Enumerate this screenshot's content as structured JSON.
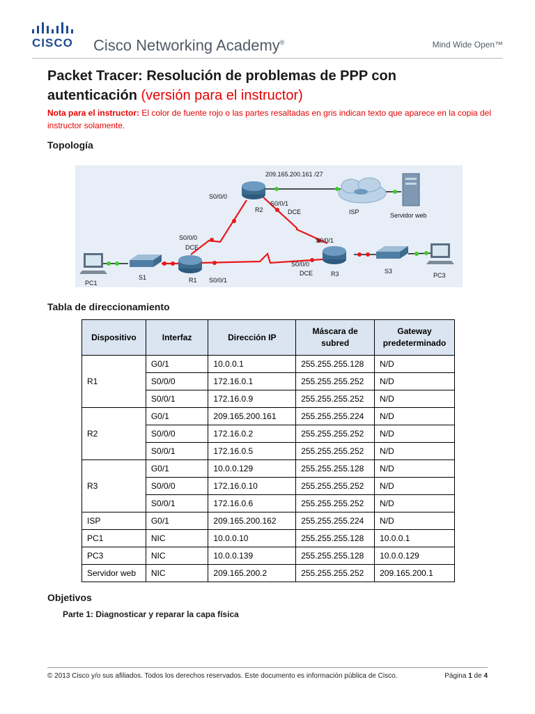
{
  "header": {
    "logo_text": "CISCO",
    "academy": "Cisco Networking Academy",
    "academy_reg": "®",
    "tagline": "Mind Wide Open™"
  },
  "title": {
    "line1": "Packet Tracer: Resolución de problemas de PPP con",
    "line2": "autenticación",
    "instructor": "(versión para el instructor)"
  },
  "note": {
    "label": "Nota para el instructor:",
    "text": " El color de fuente rojo o las partes resaltadas en gris indican texto que aparece en la copia del instructor solamente."
  },
  "sections": {
    "topology": "Topología",
    "addressing": "Tabla de direccionamiento",
    "objectives": "Objetivos"
  },
  "topology": {
    "isp_net": "209.165.200.161 /27",
    "r2": "R2",
    "isp": "ISP",
    "web": "Servidor web",
    "r1": "R1",
    "r3": "R3",
    "s1": "S1",
    "s3": "S3",
    "pc1": "PC1",
    "pc3": "PC3",
    "r2_s000": "S0/0/0",
    "r2_s001": "S0/0/1",
    "r2_dce": "DCE",
    "r1_s000": "S0/0/0",
    "r1_dce": "DCE",
    "r1_s001": "S0/0/1",
    "r3_s001": "S0/0/1",
    "r3_s000": "S0/0/0",
    "r3_dce": "DCE",
    "colors": {
      "serial": "#e81818",
      "ethernet": "#1a1a1a",
      "link_up": "#3ccc2a",
      "link_down": "#e81818",
      "router": "#3d6a8f"
    }
  },
  "table": {
    "headers": [
      "Dispositivo",
      "Interfaz",
      "Dirección IP",
      "Máscara de subred",
      "Gateway predeterminado"
    ],
    "groups": [
      {
        "device": "R1",
        "rows": [
          {
            "iface": "G0/1",
            "ip": "10.0.0.1",
            "mask": "255.255.255.128",
            "gw": "N/D"
          },
          {
            "iface": "S0/0/0",
            "ip": "172.16.0.1",
            "mask": "255.255.255.252",
            "gw": "N/D"
          },
          {
            "iface": "S0/0/1",
            "ip": "172.16.0.9",
            "mask": "255.255.255.252",
            "gw": "N/D"
          }
        ]
      },
      {
        "device": "R2",
        "rows": [
          {
            "iface": "G0/1",
            "ip": "209.165.200.161",
            "mask": "255.255.255.224",
            "gw": "N/D"
          },
          {
            "iface": "S0/0/0",
            "ip": "172.16.0.2",
            "mask": "255.255.255.252",
            "gw": "N/D"
          },
          {
            "iface": "S0/0/1",
            "ip": "172.16.0.5",
            "mask": "255.255.255.252",
            "gw": "N/D"
          }
        ]
      },
      {
        "device": "R3",
        "rows": [
          {
            "iface": "G0/1",
            "ip": "10.0.0.129",
            "mask": "255.255.255.128",
            "gw": "N/D"
          },
          {
            "iface": "S0/0/0",
            "ip": "172.16.0.10",
            "mask": "255.255.255.252",
            "gw": "N/D"
          },
          {
            "iface": "S0/0/1",
            "ip": "172.16.0.6",
            "mask": "255.255.255.252",
            "gw": "N/D"
          }
        ]
      },
      {
        "device": "ISP",
        "rows": [
          {
            "iface": "G0/1",
            "ip": "209.165.200.162",
            "mask": "255.255.255.224",
            "gw": "N/D"
          }
        ]
      },
      {
        "device": "PC1",
        "rows": [
          {
            "iface": "NIC",
            "ip": "10.0.0.10",
            "mask": "255.255.255.128",
            "gw": "10.0.0.1"
          }
        ]
      },
      {
        "device": "PC3",
        "rows": [
          {
            "iface": "NIC",
            "ip": "10.0.0.139",
            "mask": "255.255.255.128",
            "gw": "10.0.0.129"
          }
        ]
      },
      {
        "device": "Servidor web",
        "rows": [
          {
            "iface": "NIC",
            "ip": "209.165.200.2",
            "mask": "255.255.255.252",
            "gw": "209.165.200.1"
          }
        ]
      }
    ]
  },
  "objectives": {
    "part1": "Parte 1: Diagnosticar y reparar la capa física"
  },
  "footer": {
    "copyright": "© 2013 Cisco y/o sus afiliados. Todos los derechos reservados. Este documento es información pública de Cisco.",
    "page_label": "Página",
    "page_num": "1",
    "page_of": "de",
    "page_total": "4"
  }
}
